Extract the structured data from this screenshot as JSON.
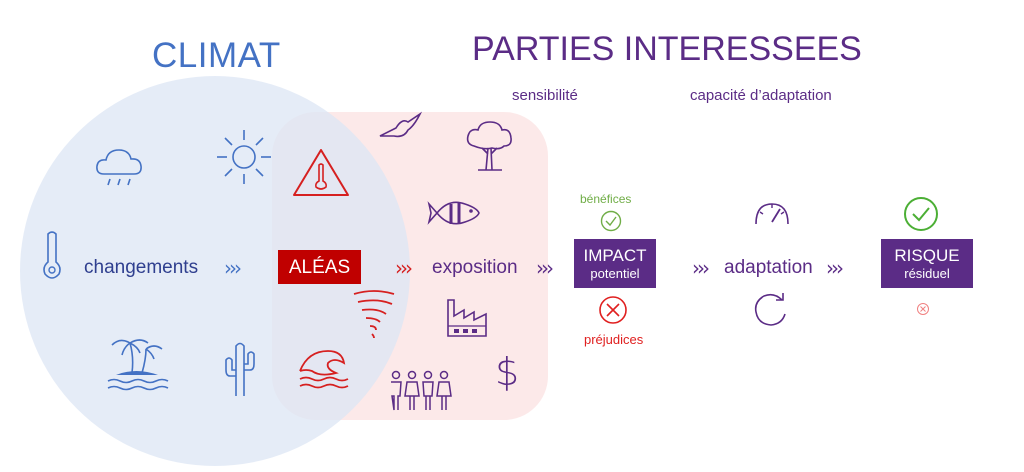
{
  "titles": {
    "climat": "CLIMAT",
    "parties": "PARTIES INTERESSEES"
  },
  "subtitles": {
    "sensibilite": "sensibilité",
    "capacite": "capacité d’adaptation"
  },
  "flow": {
    "changements": "changements",
    "aleas": "ALÉAS",
    "exposition": "exposition",
    "impact_l1": "IMPACT",
    "impact_l2": "potentiel",
    "adaptation": "adaptation",
    "risque_l1": "RISQUE",
    "risque_l2": "résiduel",
    "chevrons": "›››"
  },
  "outcomes": {
    "benefices": "bénéfices",
    "prejudices": "préjudices"
  },
  "icons": {
    "climate": [
      "rain-cloud-icon",
      "sun-icon",
      "thermometer-icon",
      "island-icon",
      "cactus-icon"
    ],
    "hazards": [
      "heat-warning-icon",
      "tornado-icon",
      "wave-icon"
    ],
    "exposure": [
      "bird-icon",
      "tree-icon",
      "fish-icon",
      "factory-icon",
      "people-icon",
      "dollar-icon"
    ],
    "adaptation": [
      "gauge-icon",
      "cycle-icon"
    ],
    "outcomes": [
      "check-circle-icon",
      "cross-circle-icon"
    ]
  },
  "colors": {
    "climat_blue": "#4472c4",
    "parties_purple": "#5b2c86",
    "aleas_red": "#c00000",
    "benefit_green": "#70ad47",
    "harm_red": "#e02020",
    "climate_circle": "#dae3f3",
    "exposure_panel": "#fbe5e5"
  }
}
